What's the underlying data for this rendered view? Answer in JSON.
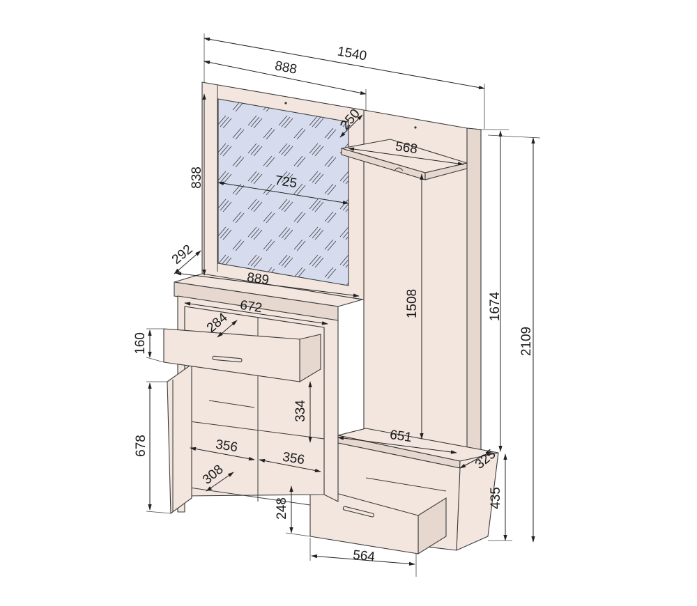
{
  "colors": {
    "panel": "#f3e6df",
    "mirror": "#d6dcee",
    "line": "#3a3a3a"
  },
  "dimensions": {
    "total_width": "1540",
    "mirror_section_width": "888",
    "shelf_depth": "250",
    "shelf_width": "568",
    "mirror_frame_height": "838",
    "mirror_width": "725",
    "cabinet_depth": "292",
    "cabinet_top_width": "889",
    "drawer_inner_width": "672",
    "drawer_depth": "284",
    "drawer_height": "160",
    "hanger_height": "1508",
    "wall_panel_height": "1674",
    "total_height": "2109",
    "shelf_gap_height": "334",
    "bench_width": "651",
    "door_height": "678",
    "compartment_left_width": "356",
    "compartment_right_width": "356",
    "compartment_depth": "308",
    "bench_depth": "325",
    "bench_height": "435",
    "bottom_drawer_height": "248",
    "bottom_drawer_width": "564"
  }
}
